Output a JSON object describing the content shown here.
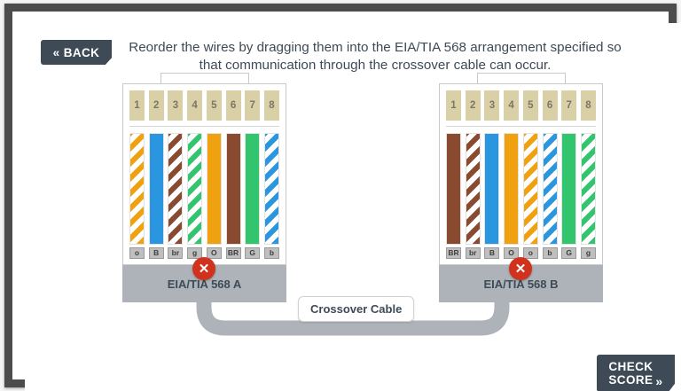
{
  "nav": {
    "back_label": "« BACK",
    "check_score_line1": "CHECK",
    "check_score_line2": "SCORE",
    "check_score_chevron": "»"
  },
  "instruction": {
    "line1": "Reorder the wires by dragging them into the EIA/TIA 568 arrangement specified so",
    "line2": "that communication through the crossover cable can occur."
  },
  "cable": {
    "label": "Crossover Cable",
    "marker_icon": "✕",
    "marker_color": "#d0321e",
    "cable_color": "#adb3b8"
  },
  "colors": {
    "orange": "#f0a10f",
    "blue": "#2b96e0",
    "brown": "#8a4a2f",
    "green": "#33c46e",
    "white": "#ffffff",
    "pin_tan": "#d9d0a8",
    "footer_gray": "#adb3b8",
    "frame": "#4c4c4c",
    "accent_dark": "#3e4a56"
  },
  "connectors": [
    {
      "id": "connector-a",
      "title": "EIA/TIA 568 A",
      "pins": [
        "1",
        "2",
        "3",
        "4",
        "5",
        "6",
        "7",
        "8"
      ],
      "wires": [
        {
          "label": "o",
          "base": "#f0a10f",
          "stripe": "#ffffff",
          "striped": true,
          "name": "white-orange"
        },
        {
          "label": "B",
          "base": "#2b96e0",
          "stripe": "#ffffff",
          "striped": false,
          "name": "blue"
        },
        {
          "label": "br",
          "base": "#8a4a2f",
          "stripe": "#ffffff",
          "striped": true,
          "name": "white-brown"
        },
        {
          "label": "g",
          "base": "#33c46e",
          "stripe": "#ffffff",
          "striped": true,
          "name": "white-green"
        },
        {
          "label": "O",
          "base": "#f0a10f",
          "stripe": "#ffffff",
          "striped": false,
          "name": "orange"
        },
        {
          "label": "BR",
          "base": "#8a4a2f",
          "stripe": "#ffffff",
          "striped": false,
          "name": "brown"
        },
        {
          "label": "G",
          "base": "#33c46e",
          "stripe": "#ffffff",
          "striped": false,
          "name": "green"
        },
        {
          "label": "b",
          "base": "#2b96e0",
          "stripe": "#ffffff",
          "striped": true,
          "name": "white-blue"
        }
      ]
    },
    {
      "id": "connector-b",
      "title": "EIA/TIA 568 B",
      "pins": [
        "1",
        "2",
        "3",
        "4",
        "5",
        "6",
        "7",
        "8"
      ],
      "wires": [
        {
          "label": "BR",
          "base": "#8a4a2f",
          "stripe": "#ffffff",
          "striped": false,
          "name": "brown"
        },
        {
          "label": "br",
          "base": "#8a4a2f",
          "stripe": "#ffffff",
          "striped": true,
          "name": "white-brown"
        },
        {
          "label": "B",
          "base": "#2b96e0",
          "stripe": "#ffffff",
          "striped": false,
          "name": "blue"
        },
        {
          "label": "O",
          "base": "#f0a10f",
          "stripe": "#ffffff",
          "striped": false,
          "name": "orange"
        },
        {
          "label": "o",
          "base": "#f0a10f",
          "stripe": "#ffffff",
          "striped": true,
          "name": "white-orange"
        },
        {
          "label": "b",
          "base": "#2b96e0",
          "stripe": "#ffffff",
          "striped": true,
          "name": "white-blue"
        },
        {
          "label": "G",
          "base": "#33c46e",
          "stripe": "#ffffff",
          "striped": false,
          "name": "green"
        },
        {
          "label": "g",
          "base": "#33c46e",
          "stripe": "#ffffff",
          "striped": true,
          "name": "white-green"
        }
      ]
    }
  ]
}
